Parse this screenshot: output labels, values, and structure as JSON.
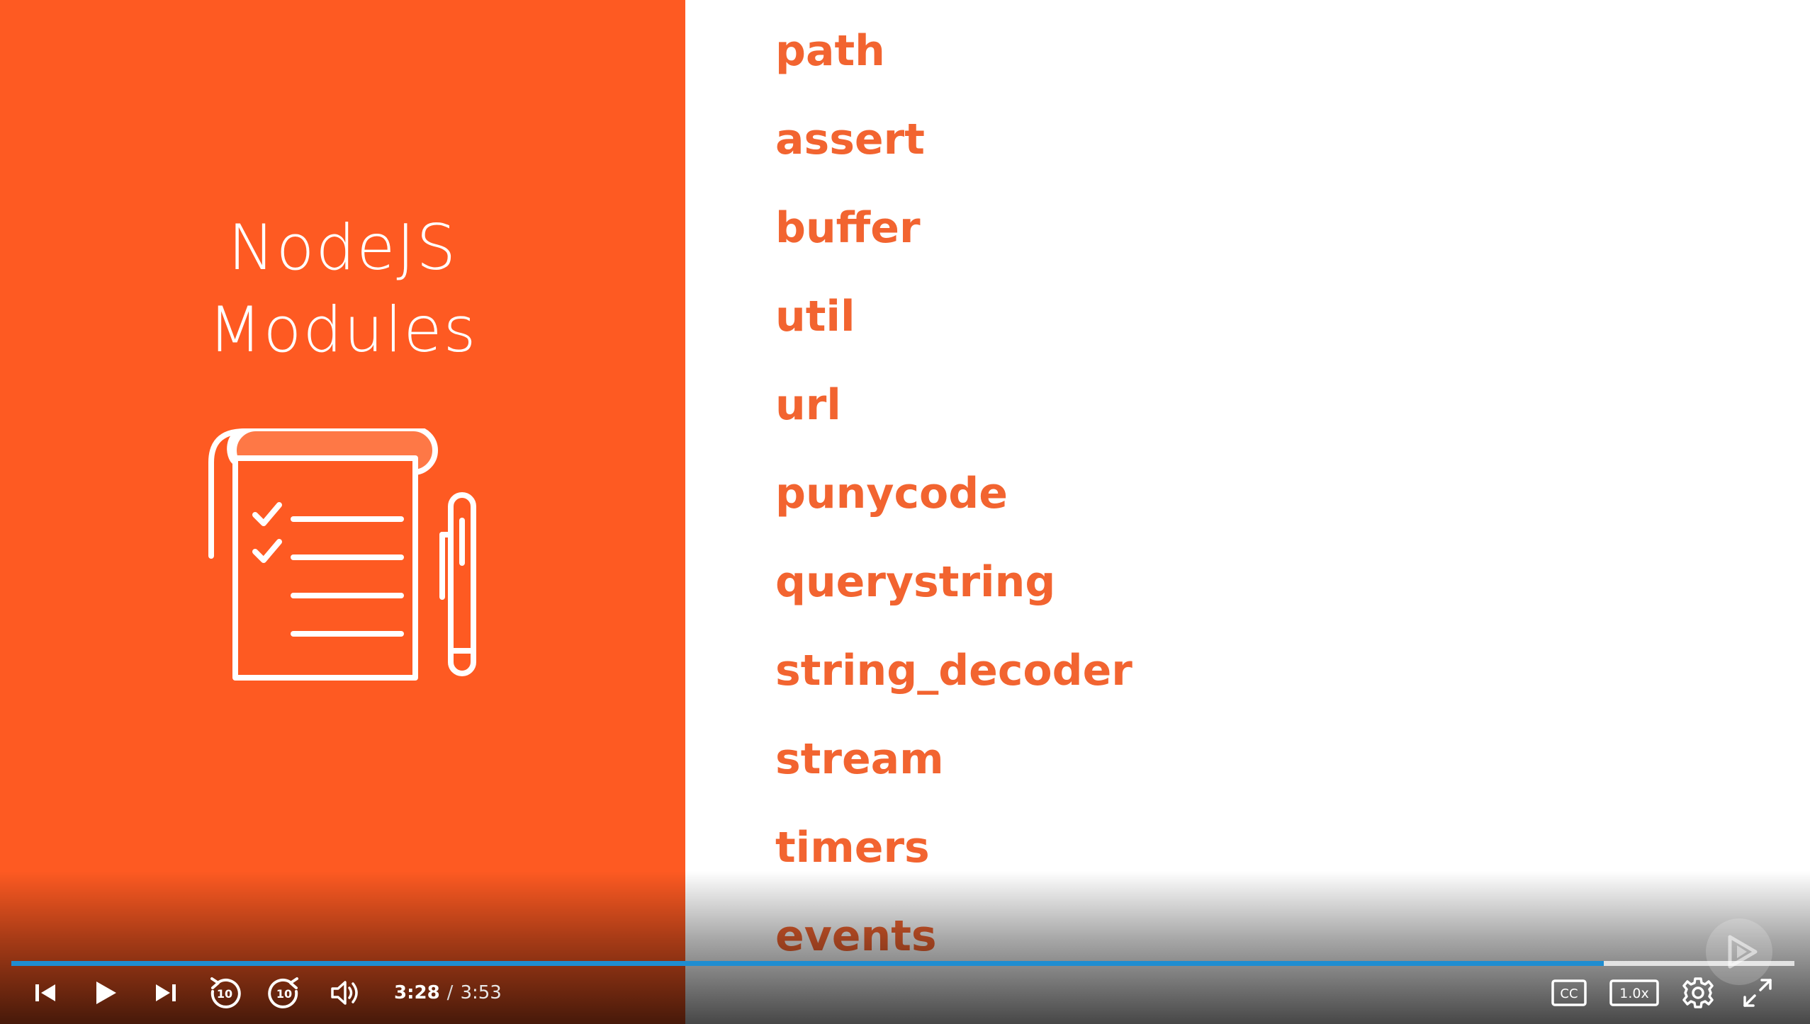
{
  "slide": {
    "title_line1": "NodeJS",
    "title_line2": "Modules",
    "icon": "notepad-checklist-with-pen-icon",
    "accent_color": "#fe5a22",
    "list_color": "#f26430",
    "modules": [
      "path",
      "assert",
      "buffer",
      "util",
      "url",
      "punycode",
      "querystring",
      "string_decoder",
      "stream",
      "timers",
      "events"
    ]
  },
  "player": {
    "progress_fraction": 0.893,
    "progress_color": "#1f8dd0",
    "current_time": "3:28",
    "separator": "/",
    "total_time": "3:53",
    "cc_label": "CC",
    "speed_label": "1.0x",
    "controls": [
      "skip-back-icon",
      "play-icon",
      "skip-forward-icon",
      "rewind-10-icon",
      "forward-10-icon",
      "volume-icon",
      "closed-captions-icon",
      "playback-speed-icon",
      "settings-gear-icon",
      "fullscreen-icon"
    ]
  }
}
